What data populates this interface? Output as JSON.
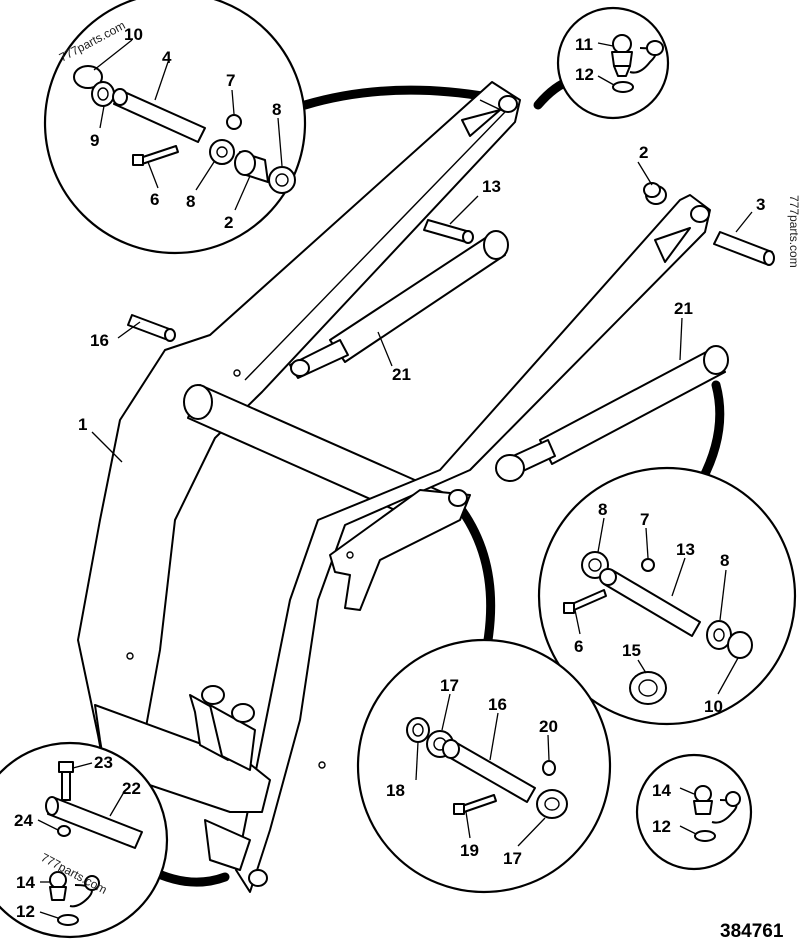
{
  "diagram": {
    "reference_number": "384761",
    "watermark_text": "777parts.com",
    "main_labels": {
      "l1": "1",
      "l2": "2",
      "l3": "3",
      "l13": "13",
      "l16": "16",
      "l21a": "21",
      "l21b": "21"
    },
    "detail_top_left": {
      "l10": "10",
      "l4": "4",
      "l7": "7",
      "l9": "9",
      "l8a": "8",
      "l6": "6",
      "l8b": "8",
      "l2": "2"
    },
    "detail_top_right": {
      "l11": "11",
      "l12": "12"
    },
    "detail_right": {
      "l8a": "8",
      "l7": "7",
      "l13": "13",
      "l8b": "8",
      "l6": "6",
      "l15": "15",
      "l10": "10"
    },
    "detail_bottom_center": {
      "l17a": "17",
      "l16": "16",
      "l20": "20",
      "l18": "18",
      "l19": "19",
      "l17b": "17"
    },
    "detail_bottom_right": {
      "l14": "14",
      "l12": "12"
    },
    "detail_bottom_left": {
      "l23": "23",
      "l22": "22",
      "l24": "24",
      "l14": "14",
      "l12": "12"
    }
  }
}
